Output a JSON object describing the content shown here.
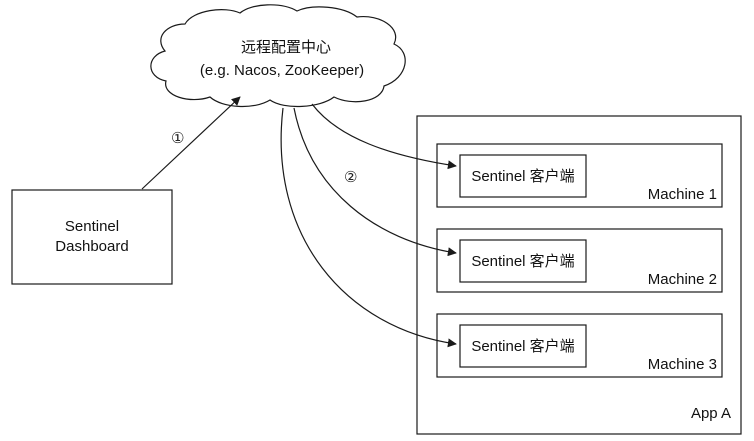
{
  "config_center": {
    "title": "远程配置中心",
    "subtitle": "(e.g. Nacos, ZooKeeper)"
  },
  "dashboard": {
    "line1": "Sentinel",
    "line2": "Dashboard"
  },
  "steps": {
    "push": "①",
    "distribute": "②"
  },
  "app": {
    "label": "App A",
    "machines": [
      {
        "label": "Machine 1",
        "client": "Sentinel 客户端"
      },
      {
        "label": "Machine 2",
        "client": "Sentinel 客户端"
      },
      {
        "label": "Machine 3",
        "client": "Sentinel 客户端"
      }
    ]
  }
}
